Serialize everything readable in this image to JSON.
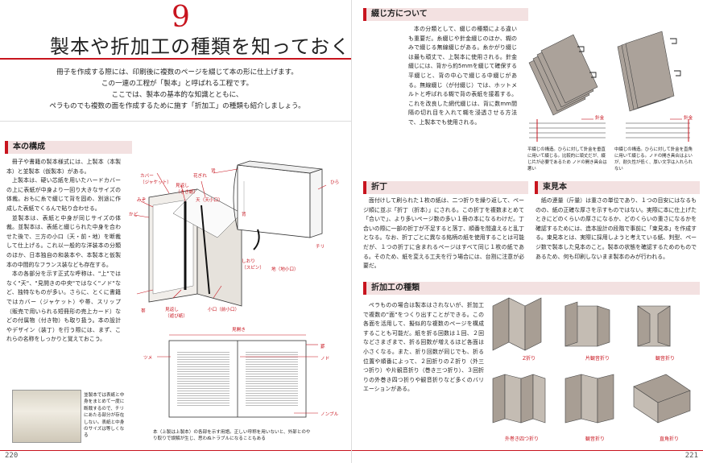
{
  "left": {
    "chapter_num": "9",
    "chapter_title": "製本や折加工の種類を知っておく",
    "lead": [
      "冊子を作成する際には、印刷後に複数のページを綴じて本の形に仕上げます。",
      "この一連の工程が「製本」と呼ばれる工程です。",
      "ここでは、製本の基本的な知識とともに、",
      "ペラものでも複数の面を作成するために施す「折加工」の種類も紹介しましょう。"
    ],
    "section_heading": "本の構成",
    "body": [
      "冊子や書籍の製本様式には、上製本（本製本）と並製本（仮製本）がある。",
      "上製本は、硬い芯紙を用いたハードカバーの上に表紙が中身より一回り大きなサイズの体裁。おもに糸で綴じて背を固め、別途に作成した表紙でくるんで貼り合わせる。",
      "並製本は、表紙と中身が同じサイズの体裁。並製本は、表紙と綴じられた中身を合わせた後で、三方の小口（天・前・地）を断裁して仕上げる。これ以一般的な洋装本の分類のほか、日本独自の和装本や、本製本と仮製本の中間的なフランス装なども存在する。",
      "本の各部分を示す正式な呼称は、\"上\"ではなく\"天\"、\"見開きの中央\"ではなく\"ノド\"など、独特なものが多い。さらに、とくに書籍ではカバー（ジャケット）や帯、スリップ（販売で用いられる短冊形の売上カード）などの付属物（付き物）も取り扱う。本の設計やデザイン（装丁）を行う際には、まず、これらの名称をしっかりと覚えておこう。"
    ],
    "diagram_labels": {
      "cover": "カバー\n（ジャケット）",
      "mikaeshi": "見返し\n（きき紙）",
      "ten": "天（天小口）",
      "hanagire": "花ぎれ",
      "mizo": "みぞ",
      "kado": "かど",
      "sen": "背",
      "hira": "ひら",
      "obi": "帯",
      "mikaeshi2": "見返し\n（遊び紙）",
      "koguchi": "小口（前小口）",
      "shiori": "しおり\n（スピン）",
      "chi_koguchi": "地（地小口）",
      "chiri": "チリ",
      "mihiraki": "見開き",
      "tsume": "ツメ",
      "kei": "罫",
      "nodo": "ノド",
      "nonburu": "ノンブル"
    },
    "photo_caption": "並製本では表紙と中身をまとめて一度に断裁するので、チリにあたる部分が存在しない。表紙と中身のサイズは等しくなる",
    "spread_caption": "本（上製は上製本）の各部を示す用語。正しい呼称を用いないと、外部とのやり取りで誤解が生じ、思わぬトラブルになることもある",
    "page_num": "220"
  },
  "right": {
    "sec1_heading": "綴じ方について",
    "sec1_body": [
      "本の分類として、綴じの種類による違いも重要だ。糸綴じや針金綴じのほか、糊のみで綴じる無線綴じがある。糸かがり綴じは最も頑丈で、上製本に使用される。針金綴じには、背から約5mmを綴じて確保する平綴じと、背の中心で綴じる中綴じがある。無線綴じ（が付綴じ）では、ホットメルトと呼ばれる糊で背の表紙を接着する。これを改良した網代綴じは、背に数mm間隔の切れ目を入れて糊を浸透させる方法で、上製本でも使用される。"
    ],
    "hiratoji_label": "針金",
    "nakatoji_label": "針金",
    "hiratoji_caption": "平綴じの構造。ひらに対して針金を垂直に用いて綴じる。比較的に頑丈だが、綴じ片が必要であるため ノドの開き具合は悪い",
    "nakatoji_caption": "中綴じの構造。ひらに対して針金を直角に用いて綴じる。ノドの開き具合はよいが、耐久性が低く、厚い文字は入れられない",
    "sec2_heading": "折丁",
    "sec2_body": "面付けして刷られた１枚の紙は、二つ折りを繰り返して、ページ順に並ぶ「折丁（折本）」にされる。この折丁を複数まとめて「合いで」、より多いページ数の多い１冊の本になるわけだ。丁合いの際に一部の折丁が不足すると落丁、順番を間違えると乱丁となる。なお、折丁ごとに異なる銘柄の紙を使用することは可能だが、１つの折丁に含まれるページはすべて同じ１枚の紙である。そのため、紙を変える工夫を行う場合には、台割に注意が必要だ。",
    "sec3_heading": "束見本",
    "sec3_body": "紙の連量（斤量）は重さの単位であり、１つの目安にはなるものの、紙の正確な厚さを示すものではない。実際に本に仕上げたときにどのくらいの厚さになるか、どのくらいの重さになるかを確認するためには、造本設計の段階で事前に「束見本」を作成する。束見本とは、実際に採用しようと考えている紙、判型、ページ数で製本した見本のこと。製本の状態を確認するためのものであるため、何も印刷しないまま製本のみが行われる。",
    "sec4_heading": "折加工の種類",
    "sec4_body": "ペラものの場合は製本はされないが、折加工で複数の\"面\"をつくり出すことができる。この各面を活用して、擬似的な複数のページを構成することも可能だ。紙を折る回数は１回、２回などさまざまで、折る回数が増えるほど各面は小さくなる。また、折り回数が同じでも、折る位置や順番によって、２回折りのＺ折り（外三つ折り）や片観音折り（巻き三つ折り）、３回折りの外巻き四つ折りや観音折りなど多くのバリエーションがある。",
    "folds": [
      {
        "label": "Z折り"
      },
      {
        "label": "片観音折り"
      },
      {
        "label": "観音折り"
      },
      {
        "label": "外巻き四つ折り"
      },
      {
        "label": "観音折り"
      },
      {
        "label": "直角折り"
      }
    ],
    "page_num": "221"
  }
}
